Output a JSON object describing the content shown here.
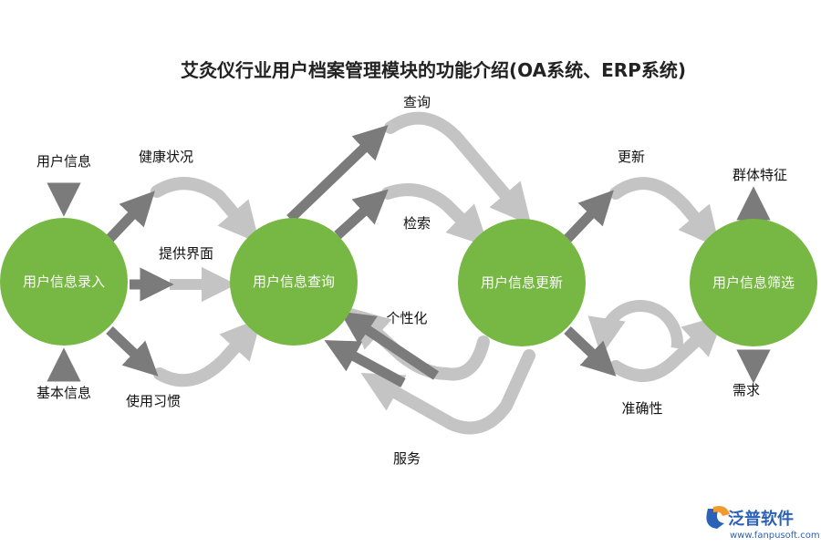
{
  "title": "艾灸仪行业用户档案管理模块的功能介绍(OA系统、ERP系统)",
  "colors": {
    "node_fill": "#76b843",
    "dark_arrow": "#7b7b7b",
    "light_arrow": "#c4c4c4",
    "logo_blue": "#2b62b8",
    "logo_orange": "#f29a2e"
  },
  "nodes": {
    "entry": "用户信息录入",
    "query": "用户信息查询",
    "update": "用户信息更新",
    "filter": "用户信息筛选"
  },
  "labels": {
    "user_info": "用户信息",
    "basic_info": "基本信息",
    "health": "健康状况",
    "interface": "提供界面",
    "habits": "使用习惯",
    "query": "查询",
    "search": "检索",
    "personalize": "个性化",
    "service": "服务",
    "renew": "更新",
    "accuracy": "准确性",
    "group_features": "群体特征",
    "demand": "需求"
  },
  "logo": {
    "name": "泛普软件",
    "url": "www.fanpusoft.com"
  }
}
